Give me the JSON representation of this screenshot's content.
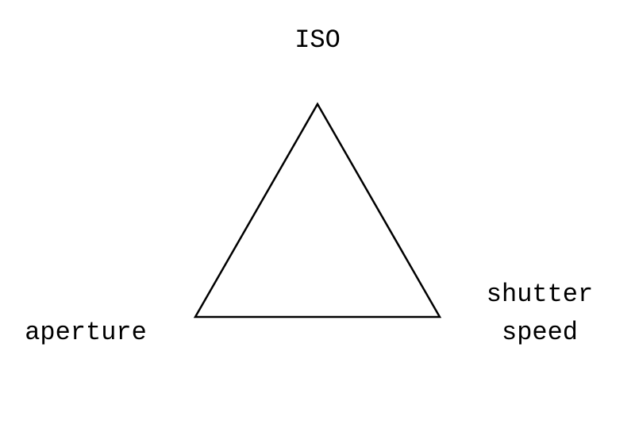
{
  "diagram": {
    "top_label": "ISO",
    "left_label": "aperture",
    "right_label_line1": "shutter",
    "right_label_line2": "speed",
    "stroke_color": "#000000",
    "background": "#ffffff"
  }
}
